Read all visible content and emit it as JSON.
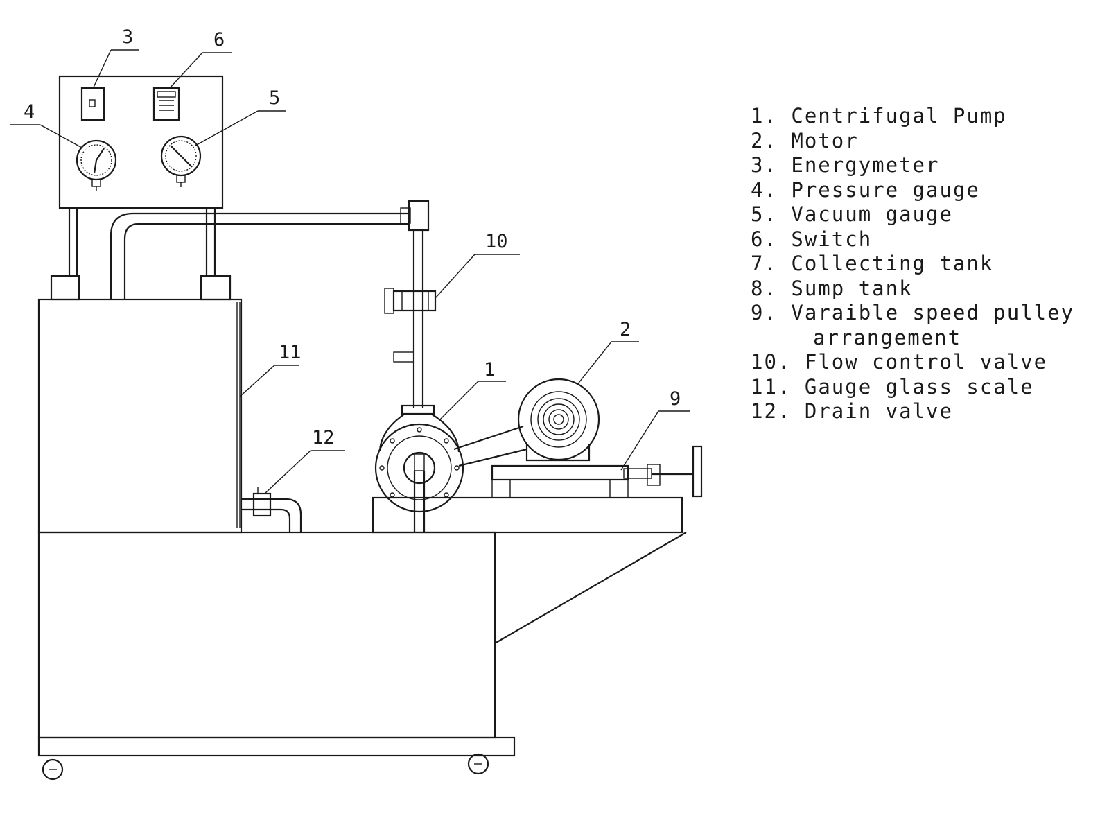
{
  "callouts": {
    "c1": "1",
    "c2": "2",
    "c3": "3",
    "c4": "4",
    "c5": "5",
    "c6": "6",
    "c9": "9",
    "c10": "10",
    "c11": "11",
    "c12": "12"
  },
  "legend": [
    {
      "num": "1.",
      "text": "Centrifugal Pump"
    },
    {
      "num": "2.",
      "text": "Motor"
    },
    {
      "num": "3.",
      "text": "Energymeter"
    },
    {
      "num": "4.",
      "text": "Pressure gauge"
    },
    {
      "num": "5.",
      "text": "Vacuum gauge"
    },
    {
      "num": "6.",
      "text": "Switch"
    },
    {
      "num": "7.",
      "text": "Collecting tank"
    },
    {
      "num": "8.",
      "text": "Sump tank"
    },
    {
      "num": "9.",
      "text": "Varaible speed pulley"
    },
    {
      "num": "",
      "text": "arrangement"
    },
    {
      "num": "10.",
      "text": "Flow control valve"
    },
    {
      "num": "11.",
      "text": "Gauge glass scale"
    },
    {
      "num": "12.",
      "text": "Drain valve"
    }
  ]
}
